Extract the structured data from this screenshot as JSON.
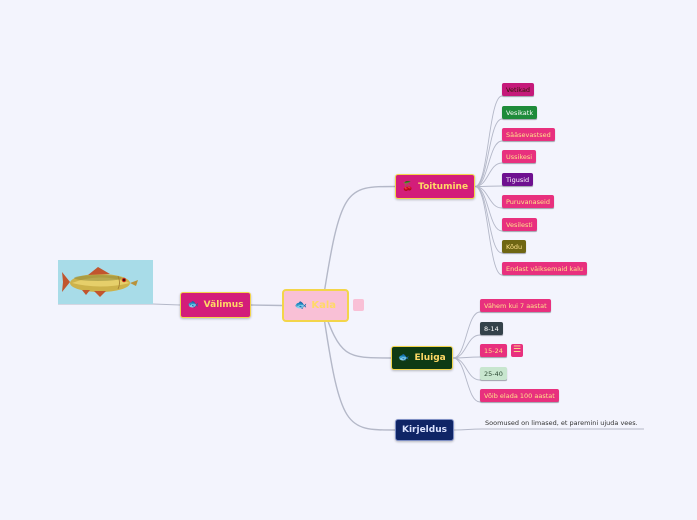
{
  "center": {
    "label": "Kala",
    "icon": "fish-icon",
    "color": "#f9c0d6"
  },
  "valimus": {
    "label": "Välimus",
    "icon": "fish-icon",
    "color": "#d31d7a"
  },
  "toitumine": {
    "label": "Toitumine",
    "icon": "cherry-icon",
    "color": "#d31d7a",
    "items": [
      {
        "label": "Vetikad",
        "color": "#c5197a",
        "text_color": "#2b1a00"
      },
      {
        "label": "Vesikatk",
        "color": "#1e8b3a",
        "text_color": "#ffffff"
      },
      {
        "label": "Sääsevastsed",
        "color": "#e8307e",
        "text_color": "#ffe28a"
      },
      {
        "label": "Ussikesi",
        "color": "#e8307e",
        "text_color": "#ffe28a"
      },
      {
        "label": "Tigusid",
        "color": "#6e1090",
        "text_color": "#ffffff"
      },
      {
        "label": "Puruvanaseid",
        "color": "#e8307e",
        "text_color": "#ffe28a"
      },
      {
        "label": "Vesilesti",
        "color": "#e8307e",
        "text_color": "#ffe28a"
      },
      {
        "label": "Kõdu",
        "color": "#6f6613",
        "text_color": "#ffe28a"
      },
      {
        "label": "Endast väiksemaid kalu",
        "color": "#e8307e",
        "text_color": "#ffe28a"
      }
    ]
  },
  "eluiga": {
    "label": "Eluiga",
    "icon": "fish-icon",
    "color": "#0e3a14",
    "items": [
      {
        "label": "Vähem kui 7 aastat",
        "color": "#e8307e",
        "text_color": "#ffe28a"
      },
      {
        "label": "8-14",
        "color": "#34424a",
        "text_color": "#ffffff"
      },
      {
        "label": "15-24",
        "color": "#e8307e",
        "text_color": "#ffe28a"
      },
      {
        "label": "25-40",
        "color": "#c8e6cf",
        "text_color": "#2d4a34"
      },
      {
        "label": "Võib elada 100 aastat",
        "color": "#e8307e",
        "text_color": "#ffe28a"
      }
    ]
  },
  "kirjeldus": {
    "label": "Kirjeldus",
    "color": "#0f2566",
    "note": "Soomused on limased, et paremini ujuda vees."
  },
  "colors": {
    "link": "#b4b8c8",
    "background": "#f3f4fd",
    "border_accent": "#f3d54a"
  }
}
